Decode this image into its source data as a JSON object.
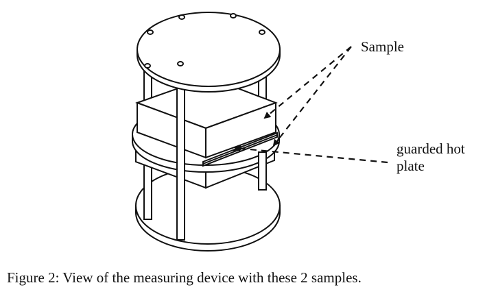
{
  "labels": {
    "sample": "Sample",
    "hot_plate_line1": "guarded hot",
    "hot_plate_line2": "plate"
  },
  "caption": "Figure 2: View of the measuring device with these 2 samples.",
  "colors": {
    "line": "#111111",
    "background": "#ffffff"
  }
}
